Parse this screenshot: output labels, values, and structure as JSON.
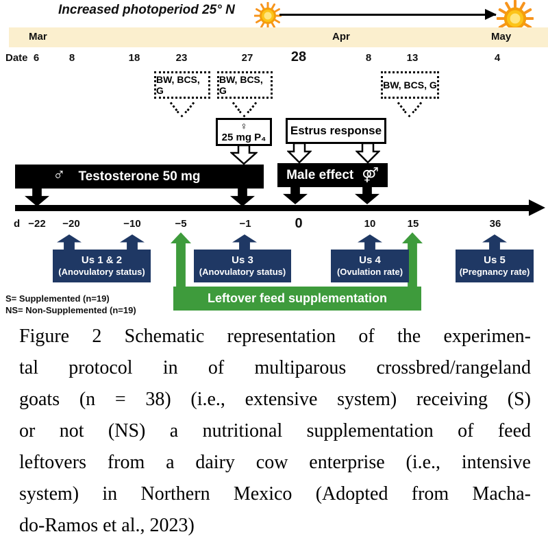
{
  "photoperiod": {
    "title": "Increased photoperiod 25° N"
  },
  "months": [
    "Mar",
    "Apr",
    "May"
  ],
  "dates": {
    "row_label": "Date",
    "values": [
      "6",
      "8",
      "18",
      "23",
      "27",
      "28",
      "8",
      "13",
      "4"
    ]
  },
  "sampling": {
    "box_label": "BW, BCS, G"
  },
  "p4_box": {
    "symbol": "♀",
    "label": "25 mg P₄"
  },
  "estrus_box": {
    "label": "Estrus response"
  },
  "testosterone_bar": {
    "symbol": "♂",
    "label": "Testosterone 50 mg"
  },
  "male_effect_bar": {
    "label": "Male effect",
    "symbol": "⚤"
  },
  "timeline": {
    "axis_label": "d",
    "ticks": [
      "−22",
      "−20",
      "−10",
      "−5",
      "−1",
      "0",
      "10",
      "15",
      "36"
    ]
  },
  "us_boxes": [
    {
      "title": "Us 1 & 2",
      "subtitle": "(Anovulatory status)"
    },
    {
      "title": "Us 3",
      "subtitle": "(Anovulatory status)"
    },
    {
      "title": "Us 4",
      "subtitle": "(Ovulation rate)"
    },
    {
      "title": "Us 5",
      "subtitle": "(Pregnancy rate)"
    }
  ],
  "supplementation_bar": {
    "label": "Leftover feed supplementation"
  },
  "legend": {
    "line1": "S= Supplemented (n=19)",
    "line2": "NS= Non-Supplemented (n=19)"
  },
  "caption": {
    "lines": [
      "Figure 2 Schematic representation of the experimen-",
      "tal protocol in of multiparous crossbred/rangeland",
      "goats (n = 38) (i.e., extensive system) receiving (S)",
      "or not (NS) a nutritional supplementation of feed",
      "leftovers from a dairy cow enterprise (i.e., intensive",
      "system) in Northern Mexico (Adopted from Macha-",
      "do-Ramos et al., 2023)"
    ]
  },
  "colors": {
    "navy": "#1F3864",
    "green": "#3E9B3C",
    "cream": "#FBEFCE",
    "black": "#000000",
    "sun_orange": "#F7941D",
    "sun_yellow": "#FCC419"
  }
}
